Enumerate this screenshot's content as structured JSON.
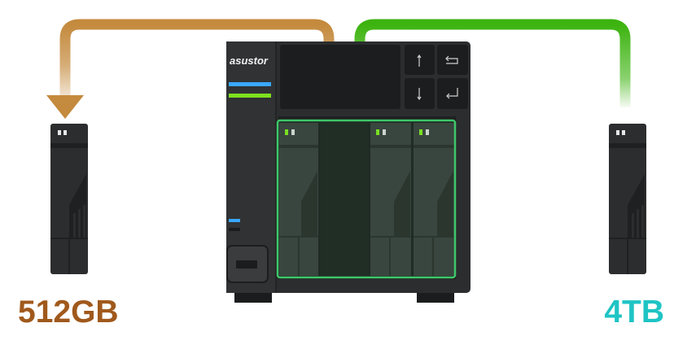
{
  "device": {
    "brand": "asustor"
  },
  "left_drive": {
    "capacity": "512GB",
    "color": "#a0591c",
    "arrow_color": "#c48a3d"
  },
  "right_drive": {
    "capacity": "4TB",
    "color": "#1fc4c4",
    "arrow_color": "#3cb30f"
  },
  "colors": {
    "chassis": "#2b2d2f",
    "bay_highlight": "#3ec76a",
    "led_blue": "#3aa7ff",
    "led_green": "#7ee01f"
  }
}
